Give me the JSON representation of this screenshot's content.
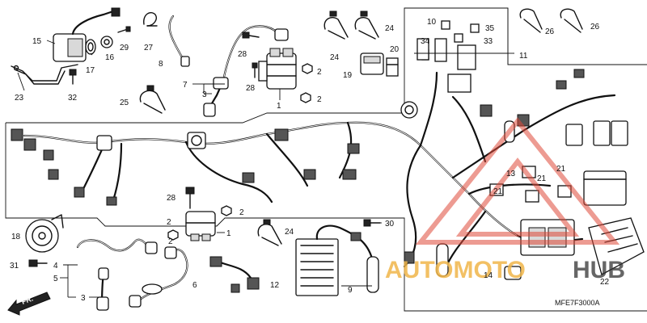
{
  "diagram": {
    "drawing_code": "MFE7F3000A",
    "front_indicator": "FR.",
    "watermark": {
      "left": "AUTOMOTO",
      "right": "HUB"
    },
    "callouts": [
      "1",
      "2",
      "3",
      "4",
      "5",
      "6",
      "7",
      "8",
      "9",
      "10",
      "11",
      "12",
      "13",
      "14",
      "15",
      "16",
      "17",
      "18",
      "19",
      "20",
      "21",
      "22",
      "23",
      "24",
      "25",
      "26",
      "27",
      "28",
      "29",
      "30",
      "31",
      "32",
      "33",
      "34",
      "35"
    ]
  }
}
